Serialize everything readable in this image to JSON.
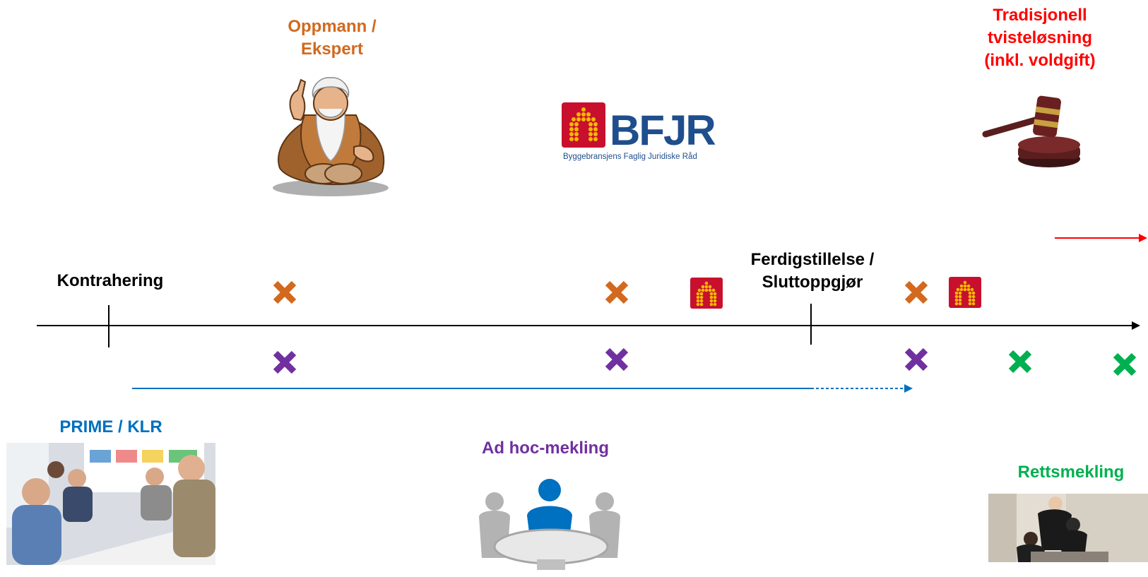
{
  "labels": {
    "oppmann": "Oppmann /\nEkspert",
    "tradisjonell": "Tradisjonell\ntvisteløsning\n(inkl. voldgift)",
    "kontrahering": "Kontrahering",
    "ferdigstillelse": "Ferdigstillelse /\nSluttoppgjør",
    "prime": "PRIME / KLR",
    "adhoc": "Ad hoc-mekling",
    "rettsmekling": "Rettsmekling"
  },
  "logo": {
    "name": "BFJR",
    "subtitle": "Byggebransjens Faglig Juridiske Råd"
  },
  "colors": {
    "expert": "#d2691e",
    "adhoc": "#7030a0",
    "prime": "#0070c0",
    "court": "#ff0000",
    "rettsmekling": "#00b050",
    "bfjr_red": "#c8102e",
    "bfjr_blue": "#1f4e8c",
    "bfjr_gold": "#f5b800",
    "axis": "#000000"
  },
  "icons": [
    "sage-figure-icon",
    "gavel-icon",
    "bfjr-logo",
    "meeting-table-icon",
    "group-photo",
    "court-mediation-photo"
  ]
}
